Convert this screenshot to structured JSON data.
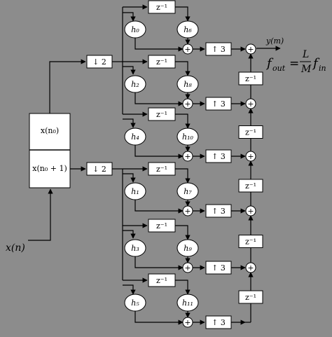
{
  "blocks": {
    "delay": "z⁻¹",
    "down": "↓ 2",
    "up": "↑ 3",
    "adder": "+",
    "input": "x(n)",
    "output": "y(m)",
    "buf_top": "x(n₀)",
    "buf_bot": "x(n₀ + 1)"
  },
  "filters_top": [
    "h₀",
    "h₆",
    "h₂",
    "h₈",
    "h₄",
    "h₁₀"
  ],
  "filters_bottom": [
    "h₁",
    "h₇",
    "h₃",
    "h₉",
    "h₅",
    "h₁₁"
  ],
  "formula": {
    "lhs": "f",
    "lhs_sub": "out",
    "eq": "=",
    "num": "L",
    "den": "M",
    "rhs": "f",
    "rhs_sub": "in"
  }
}
